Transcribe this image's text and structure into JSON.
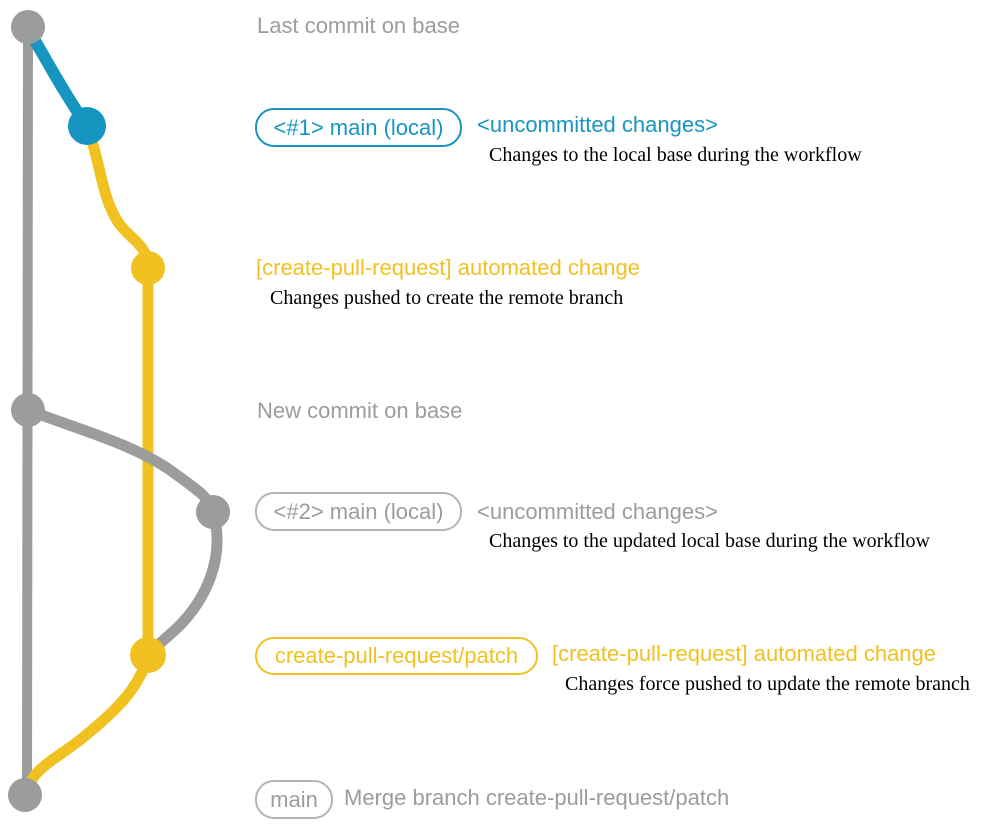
{
  "colors": {
    "base_gray": "#9c9c9c",
    "branch_blue": "#1795c1",
    "branch_yellow": "#f0c120",
    "note_black": "#000000",
    "gray_box_border": "#b5b5b5",
    "background": "#ffffff"
  },
  "labels": {
    "branch1_box": "<#1> main (local)",
    "branch2_box": "<#2> main (local)",
    "patch_box": "create-pull-request/patch",
    "main_box": "main"
  },
  "annotations": {
    "last_commit_on_base": "Last commit on base",
    "uncommitted_changes_1": "<uncommitted changes>",
    "uncommitted_note_1": "Changes to the local base during the workflow",
    "automated_change_1": "[create-pull-request] automated change",
    "automated_note_1": "Changes pushed to create the remote branch",
    "new_commit_on_base": "New commit on base",
    "uncommitted_changes_2": "<uncommitted changes>",
    "uncommitted_note_2": "Changes to the updated local base during the workflow",
    "automated_change_2": "[create-pull-request] automated change",
    "automated_note_2": "Changes force pushed to update the remote branch",
    "merge_message": "Merge branch create-pull-request/patch"
  },
  "graph": {
    "branches": [
      {
        "name": "base",
        "color": "gray"
      },
      {
        "name": "main (local)",
        "color": "blue then gray"
      },
      {
        "name": "create-pull-request/patch",
        "color": "yellow"
      }
    ],
    "nodes": [
      {
        "name": "commit-last-on-base",
        "color": "gray"
      },
      {
        "name": "commit-local-main-1",
        "color": "blue"
      },
      {
        "name": "commit-automated-change-1",
        "color": "yellow"
      },
      {
        "name": "commit-new-on-base",
        "color": "gray"
      },
      {
        "name": "commit-local-main-2",
        "color": "gray"
      },
      {
        "name": "commit-automated-change-2",
        "color": "yellow"
      },
      {
        "name": "commit-merge",
        "color": "gray"
      }
    ]
  }
}
